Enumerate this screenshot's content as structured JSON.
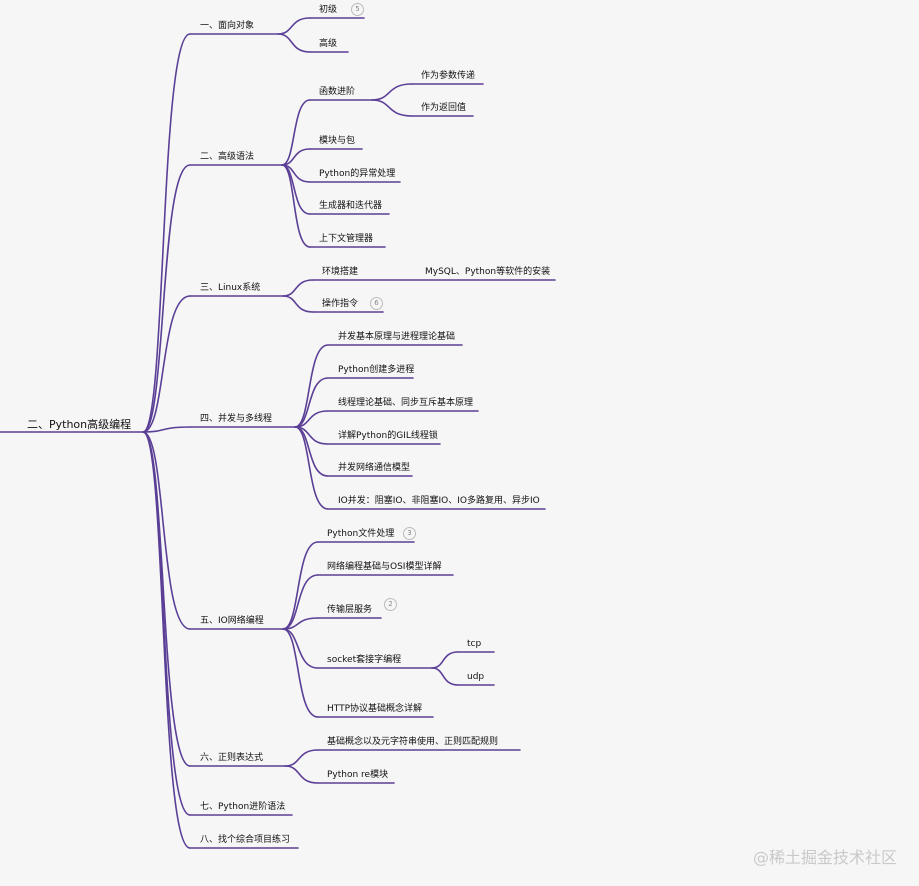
{
  "root": "二、Python高级编程",
  "colors": {
    "line": "#5b3f96",
    "background": "#f6f6f6"
  },
  "branches": {
    "b1": {
      "label": "一、面向对象",
      "children": {
        "c1": "初级",
        "c1_badge": "5",
        "c2": "高级"
      }
    },
    "b2": {
      "label": "二、高级语法",
      "children": {
        "c1": "函数进阶",
        "c1a": "作为参数传递",
        "c1b": "作为返回值",
        "c2": "模块与包",
        "c3": "Python的异常处理",
        "c4": "生成器和迭代器",
        "c5": "上下文管理器"
      }
    },
    "b3": {
      "label": "三、Linux系统",
      "children": {
        "c1": "环境搭建",
        "c1a": "MySQL、Python等软件的安装",
        "c2": "操作指令",
        "c2_badge": "6"
      }
    },
    "b4": {
      "label": "四、并发与多线程",
      "children": {
        "c1": "并发基本原理与进程理论基础",
        "c2": "Python创建多进程",
        "c3": "线程理论基础、同步互斥基本原理",
        "c4": "详解Python的GIL线程锁",
        "c5": "并发网络通信模型",
        "c6": "IO并发：阻塞IO、非阻塞IO、IO多路复用、异步IO"
      }
    },
    "b5": {
      "label": "五、IO网络编程",
      "children": {
        "c1": "Python文件处理",
        "c1_badge": "3",
        "c2": "网络编程基础与OSI模型详解",
        "c3": "传输层服务",
        "c3_badge": "2",
        "c4": "socket套接字编程",
        "c4a": "tcp",
        "c4b": "udp",
        "c5": "HTTP协议基础概念详解"
      }
    },
    "b6": {
      "label": "六、正则表达式",
      "children": {
        "c1": "基础概念以及元字符串使用、正则匹配规则",
        "c2": "Python re模块"
      }
    },
    "b7": {
      "label": "七、Python进阶语法"
    },
    "b8": {
      "label": "八、找个综合项目练习"
    }
  },
  "watermark": "@稀土掘金技术社区"
}
